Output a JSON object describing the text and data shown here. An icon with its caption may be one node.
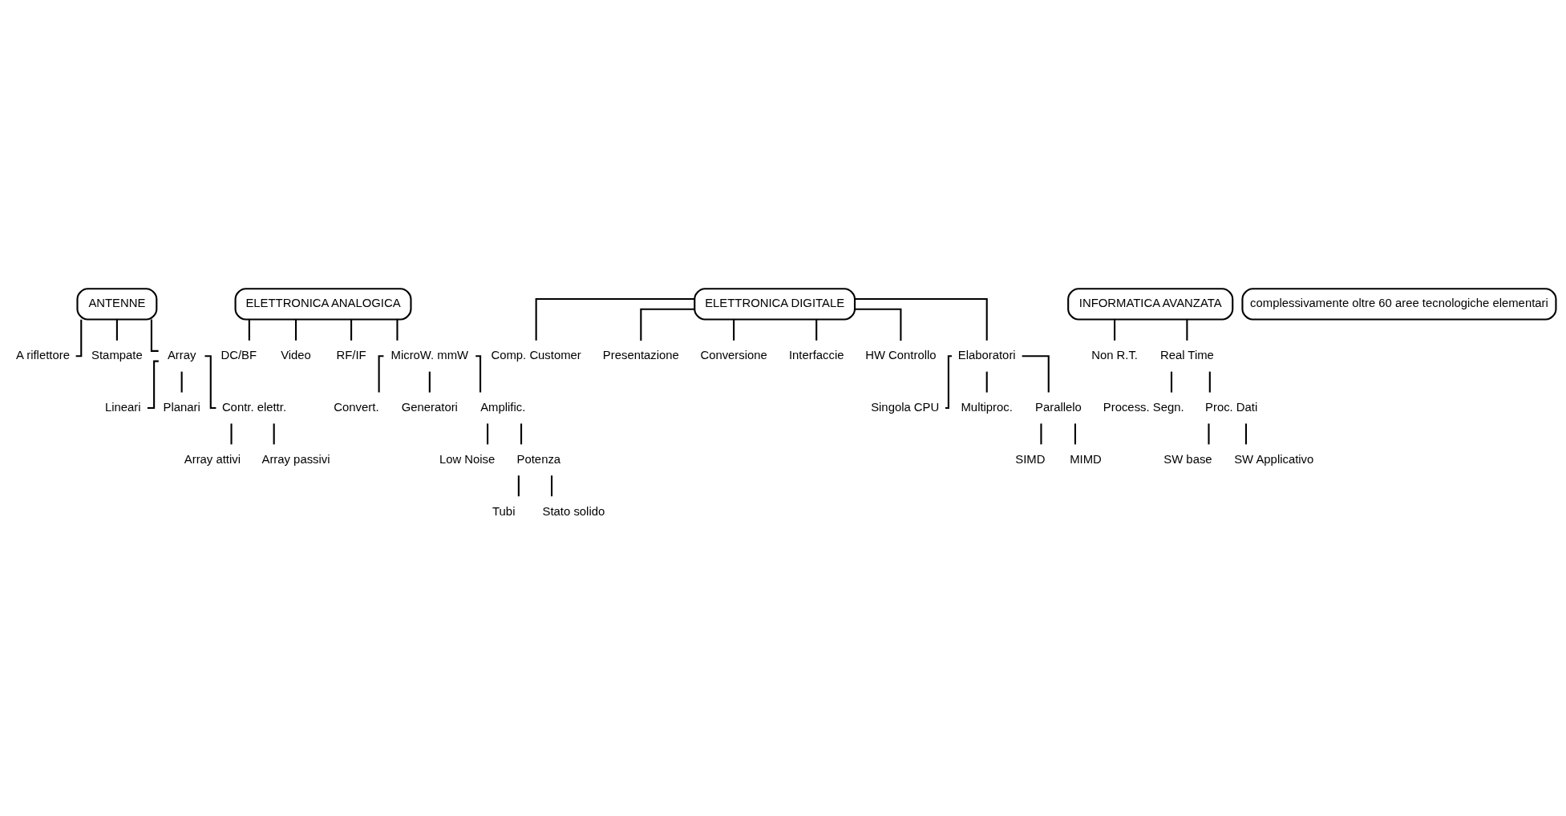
{
  "diagram": {
    "nodes": [
      {
        "text": [
          "ANTENNE"
        ]
      },
      {
        "text": [
          "A riflettore"
        ]
      },
      {
        "text": [
          "Stampate"
        ]
      },
      {
        "text": [
          "Array"
        ]
      },
      {
        "text": [
          "Lineari"
        ]
      },
      {
        "text": [
          "Planari"
        ]
      },
      {
        "text": [
          "Contr. elettr."
        ]
      },
      {
        "text": [
          "Array attivi"
        ]
      },
      {
        "text": [
          "Array passivi"
        ]
      },
      {
        "text": [
          "ELETTRONICA ANALOGICA"
        ]
      },
      {
        "text": [
          "DC/BF"
        ]
      },
      {
        "text": [
          "Video"
        ]
      },
      {
        "text": [
          "RF/IF"
        ]
      },
      {
        "text": [
          "MicroW. mmW"
        ]
      },
      {
        "text": [
          "Convert."
        ]
      },
      {
        "text": [
          "Generatori"
        ]
      },
      {
        "text": [
          "Amplific."
        ]
      },
      {
        "text": [
          "Low Noise"
        ]
      },
      {
        "text": [
          "Potenza"
        ]
      },
      {
        "text": [
          "Tubi"
        ]
      },
      {
        "text": [
          "Stato solido"
        ]
      },
      {
        "text": [
          "ELETTRONICA DIGITALE"
        ]
      },
      {
        "text": [
          "Comp. Customer"
        ]
      },
      {
        "text": [
          "Presentazione"
        ]
      },
      {
        "text": [
          "Conversione"
        ]
      },
      {
        "text": [
          "Interfaccie"
        ]
      },
      {
        "text": [
          "HW Controllo"
        ]
      },
      {
        "text": [
          "Elaboratori"
        ]
      },
      {
        "text": [
          "Singola CPU"
        ]
      },
      {
        "text": [
          "Multiproc."
        ]
      },
      {
        "text": [
          "Parallelo"
        ]
      },
      {
        "text": [
          "SIMD"
        ]
      },
      {
        "text": [
          "MIMD"
        ]
      },
      {
        "text": [
          "INFORMATICA AVANZATA"
        ]
      },
      {
        "text": [
          "Non R.T."
        ]
      },
      {
        "text": [
          "Real Time"
        ]
      },
      {
        "text": [
          "Process. Segn."
        ]
      },
      {
        "text": [
          "Proc. Dati"
        ]
      },
      {
        "text": [
          "SW base"
        ]
      },
      {
        "text": [
          "SW Applicativo"
        ]
      },
      {
        "text": [
          "complessivamente oltre 60 aree tecnologiche elementari"
        ]
      }
    ],
    "edges": [
      {
        "from": 0,
        "to": 1,
        "arrow": "none"
      },
      {
        "from": 0,
        "to": 2,
        "arrow": "none"
      },
      {
        "from": 0,
        "to": 3,
        "arrow": "none"
      },
      {
        "from": 3,
        "to": 4,
        "arrow": "none"
      },
      {
        "from": 3,
        "to": 5,
        "arrow": "none"
      },
      {
        "from": 3,
        "to": 6,
        "arrow": "none"
      },
      {
        "from": 6,
        "to": 7,
        "arrow": "none"
      },
      {
        "from": 6,
        "to": 8,
        "arrow": "none"
      },
      {
        "from": 9,
        "to": 10,
        "arrow": "none"
      },
      {
        "from": 9,
        "to": 11,
        "arrow": "none"
      },
      {
        "from": 9,
        "to": 12,
        "arrow": "none"
      },
      {
        "from": 9,
        "to": 13,
        "arrow": "none"
      },
      {
        "from": 13,
        "to": 14,
        "arrow": "none"
      },
      {
        "from": 13,
        "to": 15,
        "arrow": "none"
      },
      {
        "from": 13,
        "to": 16,
        "arrow": "none"
      },
      {
        "from": 16,
        "to": 17,
        "arrow": "none"
      },
      {
        "from": 16,
        "to": 18,
        "arrow": "none"
      },
      {
        "from": 18,
        "to": 19,
        "arrow": "none"
      },
      {
        "from": 18,
        "to": 20,
        "arrow": "none"
      },
      {
        "from": 21,
        "to": 22,
        "arrow": "none"
      },
      {
        "from": 21,
        "to": 23,
        "arrow": "none"
      },
      {
        "from": 21,
        "to": 24,
        "arrow": "none"
      },
      {
        "from": 21,
        "to": 25,
        "arrow": "none"
      },
      {
        "from": 21,
        "to": 26,
        "arrow": "none"
      },
      {
        "from": 21,
        "to": 27,
        "arrow": "none"
      },
      {
        "from": 27,
        "to": 28,
        "arrow": "none"
      },
      {
        "from": 27,
        "to": 29,
        "arrow": "none"
      },
      {
        "from": 27,
        "to": 30,
        "arrow": "none"
      },
      {
        "from": 30,
        "to": 31,
        "arrow": "none"
      },
      {
        "from": 30,
        "to": 32,
        "arrow": "none"
      },
      {
        "from": 33,
        "to": 34,
        "arrow": "none"
      },
      {
        "from": 33,
        "to": 35,
        "arrow": "none"
      },
      {
        "from": 35,
        "to": 36,
        "arrow": "none"
      },
      {
        "from": 35,
        "to": 37,
        "arrow": "none"
      },
      {
        "from": 37,
        "to": 38,
        "arrow": "none"
      },
      {
        "from": 37,
        "to": 39,
        "arrow": "none"
      }
    ]
  }
}
